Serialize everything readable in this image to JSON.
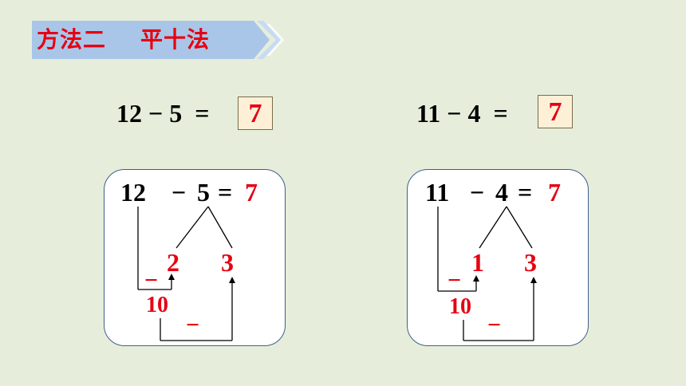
{
  "title": "方法二    平十法",
  "colors": {
    "background": "#e6eedb",
    "accent": "#e60012",
    "card_border": "#3e5f8c",
    "banner": "#a9c6e8"
  },
  "problems": [
    {
      "equation": "12 − 5  =",
      "answer": "7",
      "work": {
        "minuend": "12",
        "minus": "−",
        "subtrahend": "5",
        "equals": "=",
        "result": "7",
        "split_a": "2",
        "split_b": "3",
        "minus_1": "−",
        "ten": "10",
        "minus_2": "−"
      }
    },
    {
      "equation": "11 − 4  =",
      "answer": "7",
      "work": {
        "minuend": "11",
        "minus": "−",
        "subtrahend": "4",
        "equals": "=",
        "result": "7",
        "split_a": "1",
        "split_b": "3",
        "minus_1": "−",
        "ten": "10",
        "minus_2": "−"
      }
    }
  ]
}
